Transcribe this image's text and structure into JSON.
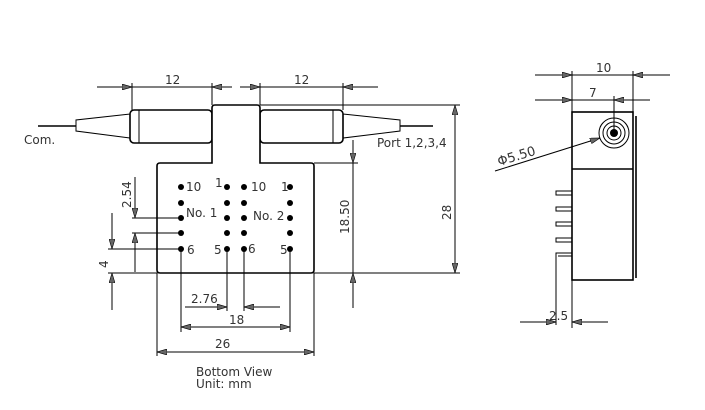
{
  "labels": {
    "com": "Com.",
    "ports": "Port 1,2,3,4",
    "no1": "No. 1",
    "no2": "No. 2",
    "pin_10_a": "10",
    "pin_1_a": "1",
    "pin_10_b": "10",
    "pin_1_b": "1",
    "pin_6_a": "6",
    "pin_5_a": "5",
    "pin_6_b": "6",
    "pin_5_b": "5",
    "view": "Bottom View",
    "unit": "Unit: mm"
  },
  "dimensions": {
    "left_tube": "12",
    "right_tube": "12",
    "height_total": "28",
    "height_body": "18.50",
    "pin_pitch": "2.54",
    "pin_offset": "4",
    "pin_gap": "2.76",
    "pin_span": "18",
    "body_width": "26",
    "side_width": "10",
    "side_center": "7",
    "diameter": "Φ5.50",
    "pin_standoff": "2.5"
  }
}
